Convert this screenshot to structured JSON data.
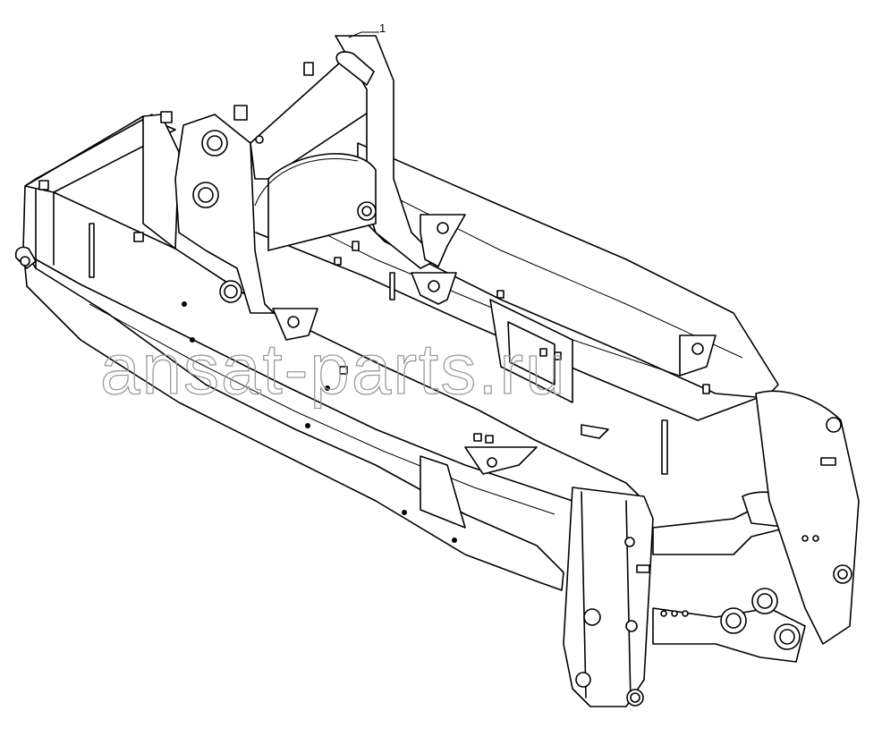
{
  "diagram": {
    "callouts": [
      {
        "id": "1",
        "label": "1"
      }
    ]
  },
  "watermark": {
    "text": "ansat-parts.ru",
    "color": "#9a9a9a"
  },
  "colors": {
    "line": "#000000",
    "background": "#ffffff"
  }
}
